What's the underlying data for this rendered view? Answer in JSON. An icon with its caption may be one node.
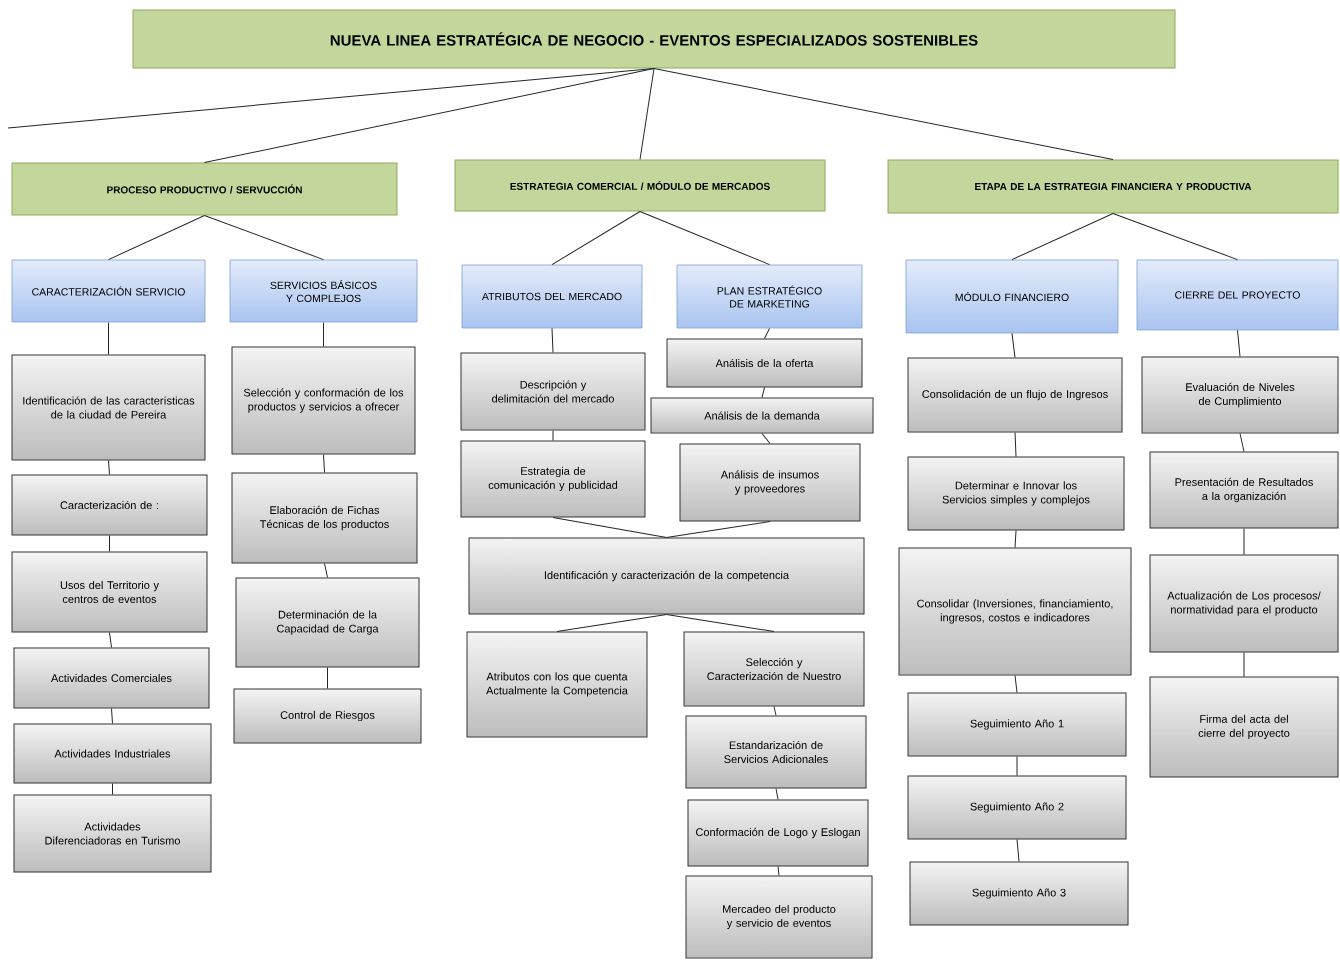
{
  "diagram": {
    "nodes": [
      {
        "text": [
          "NUEVA LINEA ESTRATÉGICA DE NEGOCIO - EVENTOS ESPECIALIZADOS SOSTENIBLES"
        ]
      },
      {
        "text": [
          "PROCESO PRODUCTIVO / SERVUCCIÓN"
        ]
      },
      {
        "text": [
          "ESTRATEGIA COMERCIAL / MÓDULO DE MERCADOS"
        ]
      },
      {
        "text": [
          "ETAPA DE LA ESTRATEGIA FINANCIERA Y PRODUCTIVA"
        ]
      },
      {
        "text": [
          "CARACTERIZACIÓN SERVICIO"
        ]
      },
      {
        "text": [
          "SERVICIOS BÁSICOS Y COMPLEJOS"
        ]
      },
      {
        "text": [
          "ATRIBUTOS DEL MERCADO"
        ]
      },
      {
        "text": [
          "PLAN ESTRATÉGICO DE MARKETING"
        ]
      },
      {
        "text": [
          "MÓDULO FINANCIERO"
        ]
      },
      {
        "text": [
          "CIERRE DEL PROYECTO"
        ]
      },
      {
        "text": [
          "Identificación de las características de la ciudad de Pereira"
        ]
      },
      {
        "text": [
          "Caracterización de :"
        ]
      },
      {
        "text": [
          "Usos del Territorio y centros de eventos"
        ]
      },
      {
        "text": [
          "Actividades Comerciales"
        ]
      },
      {
        "text": [
          "Actividades Industriales"
        ]
      },
      {
        "text": [
          "Actividades Diferenciadoras en Turismo"
        ]
      },
      {
        "text": [
          "Selección y conformación de los productos y servicios a ofrecer"
        ]
      },
      {
        "text": [
          "Elaboración de Fichas Técnicas de los productos"
        ]
      },
      {
        "text": [
          "Determinación de la Capacidad de Carga"
        ]
      },
      {
        "text": [
          "Control de Riesgos"
        ]
      },
      {
        "text": [
          "Descripción y delimitación del mercado"
        ]
      },
      {
        "text": [
          "Estrategia de comunicación y publicidad"
        ]
      },
      {
        "text": [
          "Análisis de la oferta"
        ]
      },
      {
        "text": [
          "Análisis de la demanda"
        ]
      },
      {
        "text": [
          "Análisis de insumos y proveedores"
        ]
      },
      {
        "text": [
          "Identificación y caracterización de la competencia"
        ]
      },
      {
        "text": [
          "Atributos con los que cuenta Actualmente la Competencia"
        ]
      },
      {
        "text": [
          "Selección y Caracterización de Nuestro"
        ]
      },
      {
        "text": [
          "Estandarización de Servicios Adicionales"
        ]
      },
      {
        "text": [
          "Conformación de Logo y Eslogan"
        ]
      },
      {
        "text": [
          "Mercadeo del producto y servicio de eventos"
        ]
      },
      {
        "text": [
          "Consolidación de un flujo de Ingresos"
        ]
      },
      {
        "text": [
          "Determinar e Innovar los Servicios simples y complejos"
        ]
      },
      {
        "text": [
          "Consolidar (Inversiones, financiamiento, ingresos, costos e indicadores"
        ]
      },
      {
        "text": [
          "Seguimiento Año 1"
        ]
      },
      {
        "text": [
          "Seguimiento Año 2"
        ]
      },
      {
        "text": [
          "Seguimiento Año 3"
        ]
      },
      {
        "text": [
          "Evaluación de Niveles de Cumplimiento"
        ]
      },
      {
        "text": [
          "Presentación de Resultados a la organización"
        ]
      },
      {
        "text": [
          "Actualización de Los procesos/ normatividad para el producto"
        ]
      },
      {
        "text": [
          "Firma del acta del cierre del proyecto"
        ]
      }
    ],
    "edges": [
      {
        "from": 0,
        "to": null,
        "arrow": "none"
      },
      {
        "from": 0,
        "to": 1,
        "arrow": "none"
      },
      {
        "from": 0,
        "to": 2,
        "arrow": "none"
      },
      {
        "from": 0,
        "to": 3,
        "arrow": "none"
      },
      {
        "from": 1,
        "to": 4,
        "arrow": "none"
      },
      {
        "from": 1,
        "to": 5,
        "arrow": "none"
      },
      {
        "from": 2,
        "to": 6,
        "arrow": "none"
      },
      {
        "from": 2,
        "to": 7,
        "arrow": "none"
      },
      {
        "from": 3,
        "to": 8,
        "arrow": "none"
      },
      {
        "from": 3,
        "to": 9,
        "arrow": "none"
      },
      {
        "from": 4,
        "to": 10,
        "arrow": "none"
      },
      {
        "from": 10,
        "to": 11,
        "arrow": "none"
      },
      {
        "from": 11,
        "to": 12,
        "arrow": "none"
      },
      {
        "from": 12,
        "to": 13,
        "arrow": "none"
      },
      {
        "from": 13,
        "to": 14,
        "arrow": "none"
      },
      {
        "from": 14,
        "to": 15,
        "arrow": "none"
      },
      {
        "from": 5,
        "to": 16,
        "arrow": "none"
      },
      {
        "from": 16,
        "to": 17,
        "arrow": "none"
      },
      {
        "from": 17,
        "to": 18,
        "arrow": "none"
      },
      {
        "from": 18,
        "to": 19,
        "arrow": "none"
      },
      {
        "from": 6,
        "to": 20,
        "arrow": "none"
      },
      {
        "from": 20,
        "to": 21,
        "arrow": "none"
      },
      {
        "from": 7,
        "to": 22,
        "arrow": "none"
      },
      {
        "from": 22,
        "to": 23,
        "arrow": "none"
      },
      {
        "from": 23,
        "to": 24,
        "arrow": "none"
      },
      {
        "from": 21,
        "to": 25,
        "arrow": "none"
      },
      {
        "from": 24,
        "to": 25,
        "arrow": "none"
      },
      {
        "from": 25,
        "to": 26,
        "arrow": "none"
      },
      {
        "from": 25,
        "to": 27,
        "arrow": "none"
      },
      {
        "from": 27,
        "to": 28,
        "arrow": "none"
      },
      {
        "from": 28,
        "to": 29,
        "arrow": "none"
      },
      {
        "from": 29,
        "to": 30,
        "arrow": "none"
      },
      {
        "from": 8,
        "to": 31,
        "arrow": "none"
      },
      {
        "from": 31,
        "to": 32,
        "arrow": "none"
      },
      {
        "from": 32,
        "to": 33,
        "arrow": "none"
      },
      {
        "from": 33,
        "to": 34,
        "arrow": "none"
      },
      {
        "from": 34,
        "to": 35,
        "arrow": "none"
      },
      {
        "from": 35,
        "to": 36,
        "arrow": "none"
      },
      {
        "from": 9,
        "to": 37,
        "arrow": "none"
      },
      {
        "from": 37,
        "to": 38,
        "arrow": "none"
      },
      {
        "from": 38,
        "to": 39,
        "arrow": "none"
      },
      {
        "from": 39,
        "to": 40,
        "arrow": "none"
      }
    ]
  }
}
